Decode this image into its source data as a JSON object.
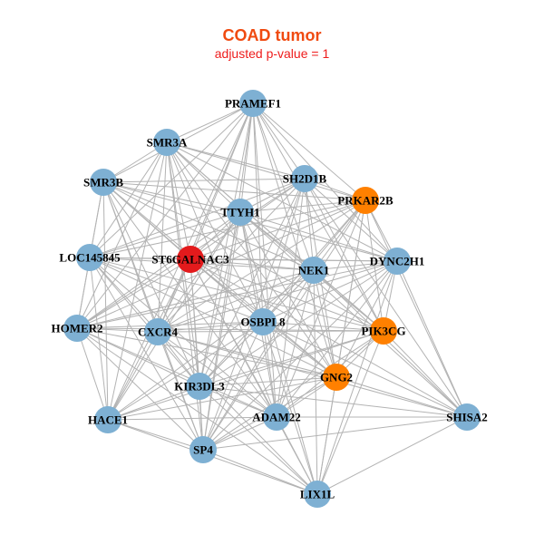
{
  "header": {
    "title": "COAD tumor",
    "subtitle": "adjusted p-value = 1"
  },
  "colors": {
    "title": "#f04a10",
    "subtitle": "#ee1c1c",
    "node_default": "#7eb0d3",
    "node_orange": "#ff8000",
    "node_red": "#e31a1c",
    "edge": "#b3b3b3"
  },
  "nodes": [
    {
      "id": "PRAMEF1",
      "label": "PRAMEF1",
      "color": "default"
    },
    {
      "id": "SMR3A",
      "label": "SMR3A",
      "color": "default"
    },
    {
      "id": "SMR3B",
      "label": "SMR3B",
      "color": "default"
    },
    {
      "id": "SH2D1B",
      "label": "SH2D1B",
      "color": "default"
    },
    {
      "id": "PRKAR2B",
      "label": "PRKAR2B",
      "color": "orange"
    },
    {
      "id": "TTYH1",
      "label": "TTYH1",
      "color": "default"
    },
    {
      "id": "LOC145845",
      "label": "LOC145845",
      "color": "default"
    },
    {
      "id": "ST6GALNAC3",
      "label": "ST6GALNAC3",
      "color": "red"
    },
    {
      "id": "NEK1",
      "label": "NEK1",
      "color": "default"
    },
    {
      "id": "DYNC2H1",
      "label": "DYNC2H1",
      "color": "default"
    },
    {
      "id": "HOMER2",
      "label": "HOMER2",
      "color": "default"
    },
    {
      "id": "CXCR4",
      "label": "CXCR4",
      "color": "default"
    },
    {
      "id": "OSBPL8",
      "label": "OSBPL8",
      "color": "default"
    },
    {
      "id": "PIK3CG",
      "label": "PIK3CG",
      "color": "orange"
    },
    {
      "id": "GNG2",
      "label": "GNG2",
      "color": "orange"
    },
    {
      "id": "KIR3DL3",
      "label": "KIR3DL3",
      "color": "default"
    },
    {
      "id": "HACE1",
      "label": "HACE1",
      "color": "default"
    },
    {
      "id": "ADAM22",
      "label": "ADAM22",
      "color": "default"
    },
    {
      "id": "SHISA2",
      "label": "SHISA2",
      "color": "default"
    },
    {
      "id": "SP4",
      "label": "SP4",
      "color": "default"
    },
    {
      "id": "LIX1L",
      "label": "LIX1L",
      "color": "default"
    }
  ],
  "edges": [
    [
      "PRAMEF1",
      "SMR3A"
    ],
    [
      "PRAMEF1",
      "SMR3B"
    ],
    [
      "PRAMEF1",
      "SH2D1B"
    ],
    [
      "PRAMEF1",
      "PRKAR2B"
    ],
    [
      "PRAMEF1",
      "TTYH1"
    ],
    [
      "PRAMEF1",
      "ST6GALNAC3"
    ],
    [
      "PRAMEF1",
      "NEK1"
    ],
    [
      "PRAMEF1",
      "OSBPL8"
    ],
    [
      "PRAMEF1",
      "CXCR4"
    ],
    [
      "PRAMEF1",
      "KIR3DL3"
    ],
    [
      "PRAMEF1",
      "ADAM22"
    ],
    [
      "PRAMEF1",
      "GNG2"
    ],
    [
      "PRAMEF1",
      "PIK3CG"
    ],
    [
      "PRAMEF1",
      "SP4"
    ],
    [
      "PRAMEF1",
      "LOC145845"
    ],
    [
      "PRAMEF1",
      "HOMER2"
    ],
    [
      "PRAMEF1",
      "DYNC2H1"
    ],
    [
      "PRAMEF1",
      "HACE1"
    ],
    [
      "SMR3A",
      "SMR3B"
    ],
    [
      "SMR3A",
      "SH2D1B"
    ],
    [
      "SMR3A",
      "PRKAR2B"
    ],
    [
      "SMR3A",
      "TTYH1"
    ],
    [
      "SMR3A",
      "ST6GALNAC3"
    ],
    [
      "SMR3A",
      "NEK1"
    ],
    [
      "SMR3A",
      "DYNC2H1"
    ],
    [
      "SMR3A",
      "OSBPL8"
    ],
    [
      "SMR3A",
      "CXCR4"
    ],
    [
      "SMR3A",
      "KIR3DL3"
    ],
    [
      "SMR3A",
      "LOC145845"
    ],
    [
      "SMR3A",
      "HOMER2"
    ],
    [
      "SMR3A",
      "HACE1"
    ],
    [
      "SMR3A",
      "SP4"
    ],
    [
      "SMR3A",
      "ADAM22"
    ],
    [
      "SMR3A",
      "PIK3CG"
    ],
    [
      "SMR3A",
      "GNG2"
    ],
    [
      "SMR3B",
      "SH2D1B"
    ],
    [
      "SMR3B",
      "PRKAR2B"
    ],
    [
      "SMR3B",
      "TTYH1"
    ],
    [
      "SMR3B",
      "ST6GALNAC3"
    ],
    [
      "SMR3B",
      "NEK1"
    ],
    [
      "SMR3B",
      "LOC145845"
    ],
    [
      "SMR3B",
      "HOMER2"
    ],
    [
      "SMR3B",
      "CXCR4"
    ],
    [
      "SMR3B",
      "OSBPL8"
    ],
    [
      "SMR3B",
      "KIR3DL3"
    ],
    [
      "SMR3B",
      "HACE1"
    ],
    [
      "SMR3B",
      "SP4"
    ],
    [
      "SMR3B",
      "ADAM22"
    ],
    [
      "SMR3B",
      "GNG2"
    ],
    [
      "SMR3B",
      "PIK3CG"
    ],
    [
      "SMR3B",
      "DYNC2H1"
    ],
    [
      "SH2D1B",
      "PRKAR2B"
    ],
    [
      "SH2D1B",
      "TTYH1"
    ],
    [
      "SH2D1B",
      "ST6GALNAC3"
    ],
    [
      "SH2D1B",
      "NEK1"
    ],
    [
      "SH2D1B",
      "DYNC2H1"
    ],
    [
      "SH2D1B",
      "OSBPL8"
    ],
    [
      "SH2D1B",
      "CXCR4"
    ],
    [
      "SH2D1B",
      "PIK3CG"
    ],
    [
      "SH2D1B",
      "GNG2"
    ],
    [
      "SH2D1B",
      "KIR3DL3"
    ],
    [
      "SH2D1B",
      "ADAM22"
    ],
    [
      "SH2D1B",
      "SP4"
    ],
    [
      "SH2D1B",
      "LOC145845"
    ],
    [
      "SH2D1B",
      "HOMER2"
    ],
    [
      "SH2D1B",
      "SHISA2"
    ],
    [
      "PRKAR2B",
      "TTYH1"
    ],
    [
      "PRKAR2B",
      "ST6GALNAC3"
    ],
    [
      "PRKAR2B",
      "NEK1"
    ],
    [
      "PRKAR2B",
      "DYNC2H1"
    ],
    [
      "PRKAR2B",
      "PIK3CG"
    ],
    [
      "PRKAR2B",
      "GNG2"
    ],
    [
      "PRKAR2B",
      "OSBPL8"
    ],
    [
      "PRKAR2B",
      "CXCR4"
    ],
    [
      "PRKAR2B",
      "KIR3DL3"
    ],
    [
      "PRKAR2B",
      "ADAM22"
    ],
    [
      "PRKAR2B",
      "SHISA2"
    ],
    [
      "PRKAR2B",
      "LIX1L"
    ],
    [
      "PRKAR2B",
      "SP4"
    ],
    [
      "PRKAR2B",
      "LOC145845"
    ],
    [
      "PRKAR2B",
      "HOMER2"
    ],
    [
      "TTYH1",
      "ST6GALNAC3"
    ],
    [
      "TTYH1",
      "NEK1"
    ],
    [
      "TTYH1",
      "DYNC2H1"
    ],
    [
      "TTYH1",
      "OSBPL8"
    ],
    [
      "TTYH1",
      "CXCR4"
    ],
    [
      "TTYH1",
      "PIK3CG"
    ],
    [
      "TTYH1",
      "GNG2"
    ],
    [
      "TTYH1",
      "KIR3DL3"
    ],
    [
      "TTYH1",
      "ADAM22"
    ],
    [
      "TTYH1",
      "SP4"
    ],
    [
      "TTYH1",
      "LOC145845"
    ],
    [
      "TTYH1",
      "HOMER2"
    ],
    [
      "TTYH1",
      "HACE1"
    ],
    [
      "TTYH1",
      "LIX1L"
    ],
    [
      "TTYH1",
      "SHISA2"
    ],
    [
      "LOC145845",
      "ST6GALNAC3"
    ],
    [
      "LOC145845",
      "NEK1"
    ],
    [
      "LOC145845",
      "HOMER2"
    ],
    [
      "LOC145845",
      "CXCR4"
    ],
    [
      "LOC145845",
      "OSBPL8"
    ],
    [
      "LOC145845",
      "KIR3DL3"
    ],
    [
      "LOC145845",
      "HACE1"
    ],
    [
      "LOC145845",
      "SP4"
    ],
    [
      "LOC145845",
      "ADAM22"
    ],
    [
      "LOC145845",
      "GNG2"
    ],
    [
      "LOC145845",
      "PIK3CG"
    ],
    [
      "LOC145845",
      "DYNC2H1"
    ],
    [
      "ST6GALNAC3",
      "NEK1"
    ],
    [
      "ST6GALNAC3",
      "DYNC2H1"
    ],
    [
      "ST6GALNAC3",
      "HOMER2"
    ],
    [
      "ST6GALNAC3",
      "CXCR4"
    ],
    [
      "ST6GALNAC3",
      "OSBPL8"
    ],
    [
      "ST6GALNAC3",
      "PIK3CG"
    ],
    [
      "ST6GALNAC3",
      "GNG2"
    ],
    [
      "ST6GALNAC3",
      "KIR3DL3"
    ],
    [
      "ST6GALNAC3",
      "HACE1"
    ],
    [
      "ST6GALNAC3",
      "ADAM22"
    ],
    [
      "ST6GALNAC3",
      "SP4"
    ],
    [
      "ST6GALNAC3",
      "LIX1L"
    ],
    [
      "ST6GALNAC3",
      "SHISA2"
    ],
    [
      "NEK1",
      "DYNC2H1"
    ],
    [
      "NEK1",
      "HOMER2"
    ],
    [
      "NEK1",
      "CXCR4"
    ],
    [
      "NEK1",
      "OSBPL8"
    ],
    [
      "NEK1",
      "PIK3CG"
    ],
    [
      "NEK1",
      "GNG2"
    ],
    [
      "NEK1",
      "KIR3DL3"
    ],
    [
      "NEK1",
      "HACE1"
    ],
    [
      "NEK1",
      "ADAM22"
    ],
    [
      "NEK1",
      "SP4"
    ],
    [
      "NEK1",
      "LIX1L"
    ],
    [
      "NEK1",
      "SHISA2"
    ],
    [
      "DYNC2H1",
      "PIK3CG"
    ],
    [
      "DYNC2H1",
      "GNG2"
    ],
    [
      "DYNC2H1",
      "OSBPL8"
    ],
    [
      "DYNC2H1",
      "CXCR4"
    ],
    [
      "DYNC2H1",
      "ADAM22"
    ],
    [
      "DYNC2H1",
      "SHISA2"
    ],
    [
      "DYNC2H1",
      "LIX1L"
    ],
    [
      "DYNC2H1",
      "KIR3DL3"
    ],
    [
      "DYNC2H1",
      "SP4"
    ],
    [
      "DYNC2H1",
      "HOMER2"
    ],
    [
      "HOMER2",
      "CXCR4"
    ],
    [
      "HOMER2",
      "OSBPL8"
    ],
    [
      "HOMER2",
      "KIR3DL3"
    ],
    [
      "HOMER2",
      "HACE1"
    ],
    [
      "HOMER2",
      "SP4"
    ],
    [
      "HOMER2",
      "ADAM22"
    ],
    [
      "HOMER2",
      "GNG2"
    ],
    [
      "HOMER2",
      "PIK3CG"
    ],
    [
      "HOMER2",
      "LIX1L"
    ],
    [
      "CXCR4",
      "OSBPL8"
    ],
    [
      "CXCR4",
      "PIK3CG"
    ],
    [
      "CXCR4",
      "GNG2"
    ],
    [
      "CXCR4",
      "KIR3DL3"
    ],
    [
      "CXCR4",
      "HACE1"
    ],
    [
      "CXCR4",
      "ADAM22"
    ],
    [
      "CXCR4",
      "SP4"
    ],
    [
      "CXCR4",
      "LIX1L"
    ],
    [
      "CXCR4",
      "SHISA2"
    ],
    [
      "OSBPL8",
      "PIK3CG"
    ],
    [
      "OSBPL8",
      "GNG2"
    ],
    [
      "OSBPL8",
      "KIR3DL3"
    ],
    [
      "OSBPL8",
      "HACE1"
    ],
    [
      "OSBPL8",
      "ADAM22"
    ],
    [
      "OSBPL8",
      "SP4"
    ],
    [
      "OSBPL8",
      "LIX1L"
    ],
    [
      "OSBPL8",
      "SHISA2"
    ],
    [
      "PIK3CG",
      "GNG2"
    ],
    [
      "PIK3CG",
      "KIR3DL3"
    ],
    [
      "PIK3CG",
      "ADAM22"
    ],
    [
      "PIK3CG",
      "SHISA2"
    ],
    [
      "PIK3CG",
      "SP4"
    ],
    [
      "PIK3CG",
      "LIX1L"
    ],
    [
      "PIK3CG",
      "HACE1"
    ],
    [
      "GNG2",
      "KIR3DL3"
    ],
    [
      "GNG2",
      "ADAM22"
    ],
    [
      "GNG2",
      "SHISA2"
    ],
    [
      "GNG2",
      "SP4"
    ],
    [
      "GNG2",
      "LIX1L"
    ],
    [
      "GNG2",
      "HACE1"
    ],
    [
      "KIR3DL3",
      "HACE1"
    ],
    [
      "KIR3DL3",
      "ADAM22"
    ],
    [
      "KIR3DL3",
      "SP4"
    ],
    [
      "KIR3DL3",
      "LIX1L"
    ],
    [
      "KIR3DL3",
      "SHISA2"
    ],
    [
      "HACE1",
      "ADAM22"
    ],
    [
      "HACE1",
      "SP4"
    ],
    [
      "HACE1",
      "LIX1L"
    ],
    [
      "ADAM22",
      "SP4"
    ],
    [
      "ADAM22",
      "LIX1L"
    ],
    [
      "ADAM22",
      "SHISA2"
    ],
    [
      "SHISA2",
      "SP4"
    ],
    [
      "SHISA2",
      "LIX1L"
    ],
    [
      "SP4",
      "LIX1L"
    ]
  ]
}
